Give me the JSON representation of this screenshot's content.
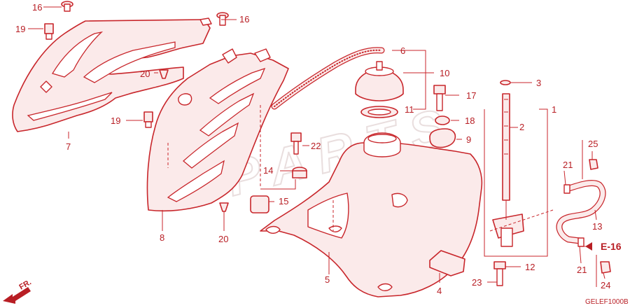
{
  "callouts": {
    "c1": "1",
    "c2": "2",
    "c3": "3",
    "c4": "4",
    "c5": "5",
    "c6": "6",
    "c7": "7",
    "c8": "8",
    "c9": "9",
    "c10": "10",
    "c11": "11",
    "c12": "12",
    "c13": "13",
    "c14": "14",
    "c15": "15",
    "c16a": "16",
    "c16b": "16",
    "c17": "17",
    "c18": "18",
    "c19a": "19",
    "c19b": "19",
    "c20a": "20",
    "c20b": "20",
    "c21a": "21",
    "c21b": "21",
    "c22": "22",
    "c23": "23",
    "c24": "24",
    "c25": "25"
  },
  "reference": "E-16",
  "direction_label": "FR.",
  "diagram_code": "GELEF1000B",
  "colors": {
    "line": "#c8262b",
    "text": "#b81e24",
    "fill": "#fbeaea"
  }
}
